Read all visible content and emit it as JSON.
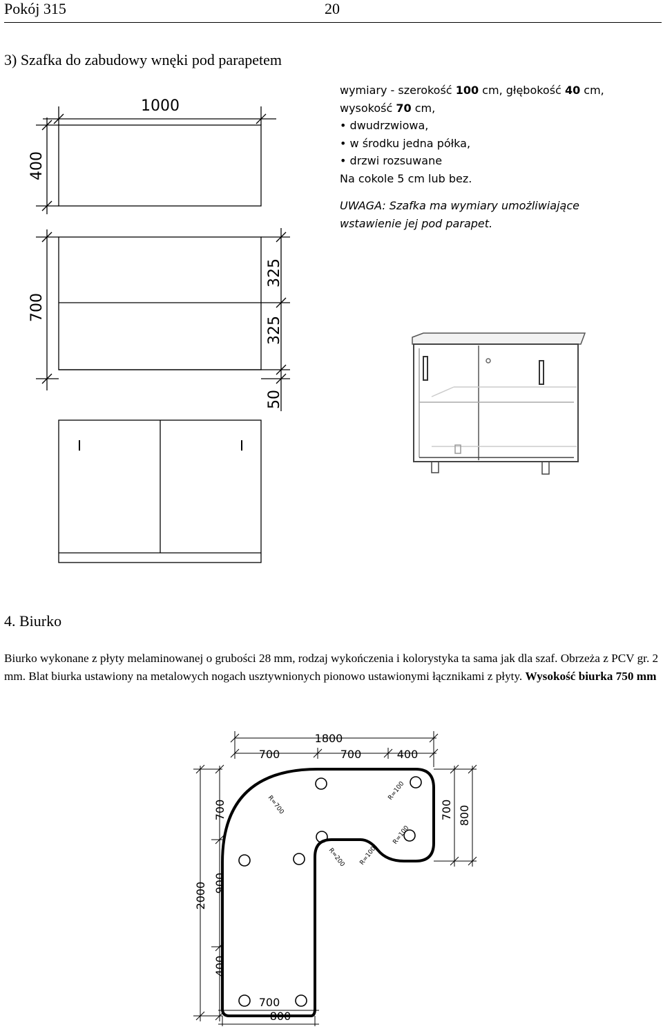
{
  "header": {
    "title": "Pokój 315",
    "page_number": "20"
  },
  "section3": {
    "heading": "3) Szafka do zabudowy wnęki pod parapetem",
    "spec": {
      "dims_prefix": "wymiary - szerokość ",
      "width_value": "100",
      "dims_mid1": " cm, głębokość ",
      "depth_value": "40",
      "dims_suffix": " cm,",
      "height_prefix": "wysokość ",
      "height_value": "70",
      "height_suffix": " cm,",
      "bullets": [
        "dwudrzwiowa,",
        "w środku jedna półka,",
        "drzwi rozsuwane"
      ],
      "base_note": "Na cokole 5 cm lub bez.",
      "warning_line1": "UWAGA: Szafka ma wymiary umożliwiające",
      "warning_line2": "wstawienie jej pod parapet."
    },
    "drawing": {
      "top_width": "1000",
      "top_depth": "400",
      "front_height": "700",
      "upper_section": "325",
      "lower_section": "325",
      "plinth": "50"
    }
  },
  "section4": {
    "heading": "4. Biurko",
    "description": "Biurko wykonane z płyty melaminowanej o grubości 28 mm, rodzaj wykończenia i kolorystyka ta sama jak dla szaf. Obrzeża z PCV gr. 2 mm. Blat biurka ustawiony na metalowych nogach usztywnionych pionowo ustawionymi łącznikami z płyty. ",
    "description_bold": "Wysokość biurka 750 mm",
    "drawing": {
      "total_width": "1800",
      "seg1": "700",
      "seg2": "700",
      "seg3": "400",
      "right_inner": "700",
      "right_outer": "800",
      "left_total": "2000",
      "left_top": "700",
      "left_mid": "900",
      "left_bottom": "400",
      "bottom_inner": "700",
      "bottom_outer": "800",
      "r700": "R=700",
      "r200": "R=200",
      "r100": "R=100"
    }
  }
}
